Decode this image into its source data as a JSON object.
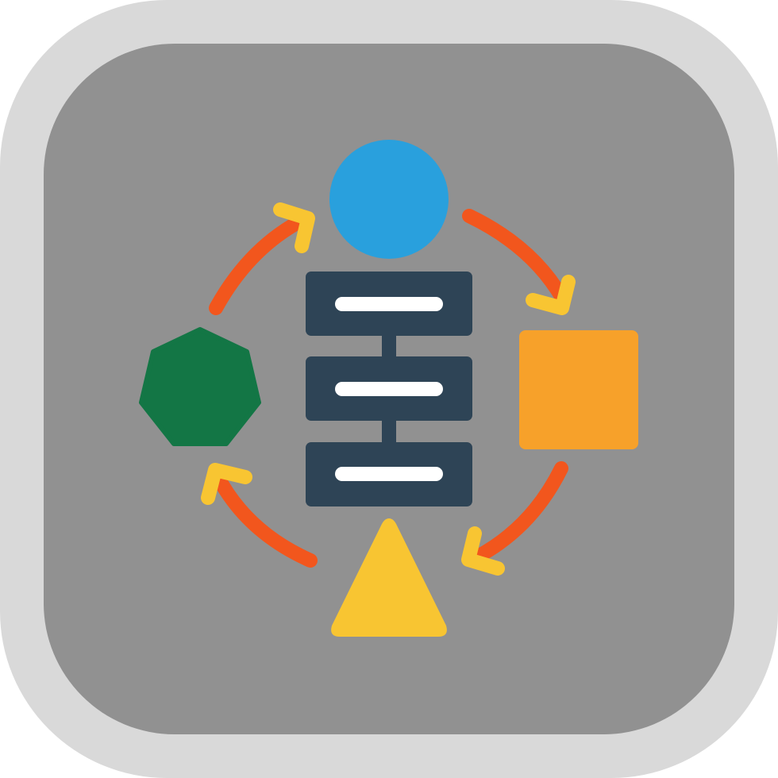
{
  "icon": {
    "name": "workflow-cycle-icon",
    "colors": {
      "outer_frame": "#d9d9d9",
      "inner_panel": "#919191",
      "circle": "#29a0dd",
      "square": "#f7a12a",
      "triangle": "#f8c532",
      "heptagon": "#137645",
      "blocks": "#2e4456",
      "block_bars": "#ffffff",
      "arrow_arc": "#f2561d",
      "arrow_head": "#f8c532"
    },
    "shapes": [
      "circle",
      "square",
      "triangle",
      "heptagon"
    ],
    "block_count": 3
  }
}
